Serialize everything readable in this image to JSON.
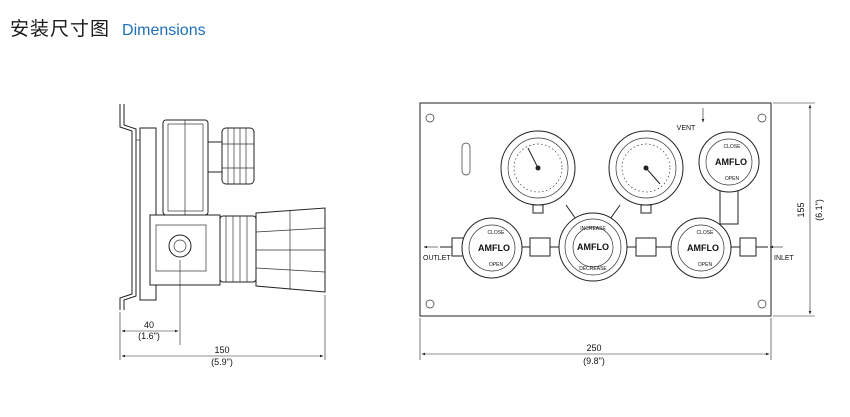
{
  "header": {
    "title_cn": "安装尺寸图",
    "title_en": "Dimensions"
  },
  "side_view": {
    "dim_offset": "40",
    "dim_offset_in": "(1.6\")",
    "dim_width": "150",
    "dim_width_in": "(5.9\")"
  },
  "front_view": {
    "dim_width": "250",
    "dim_width_in": "(9.8\")",
    "dim_height": "155",
    "dim_height_in": "(6.1\")",
    "label_vent": "VENT",
    "label_outlet": "OUTLET",
    "label_inlet": "INLET",
    "brand": "AMFLO",
    "knob_close": "CLOSE",
    "knob_open": "OPEN",
    "regulator_increase": "INCREASE",
    "regulator_decrease": "DECREASE"
  },
  "colors": {
    "title_accent": "#1e6fb8",
    "line": "#222222"
  }
}
